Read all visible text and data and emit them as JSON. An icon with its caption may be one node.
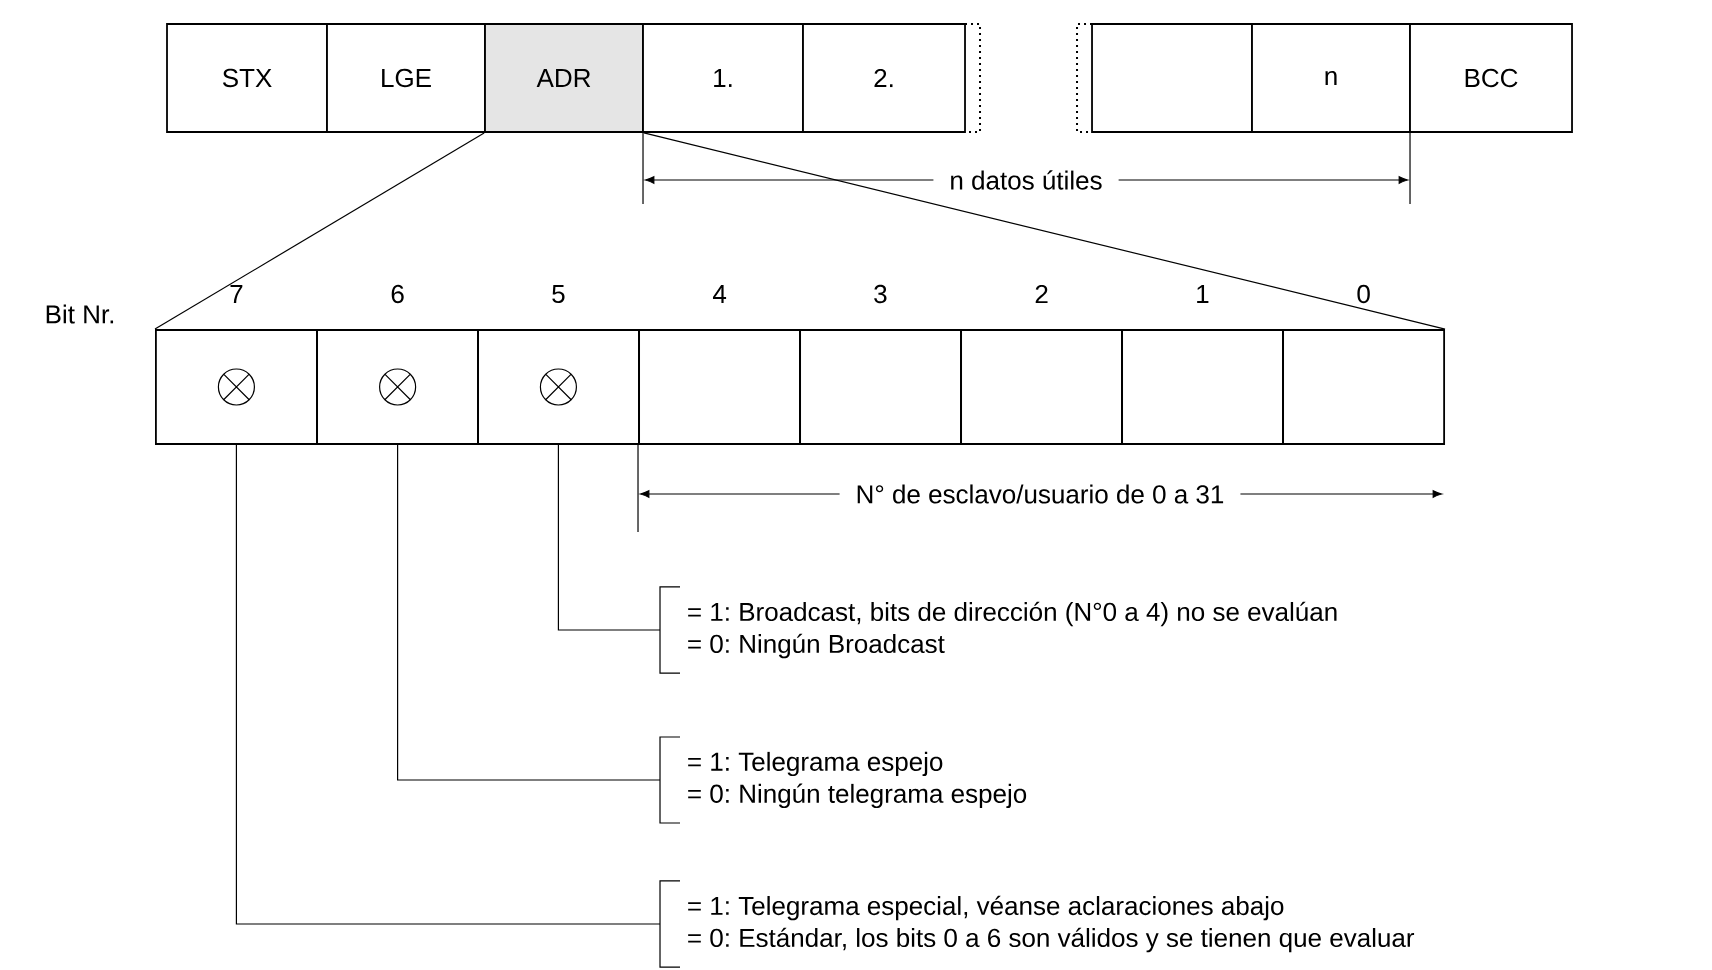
{
  "diagram": {
    "nodes": [
      {
        "text": [
          "STX"
        ]
      },
      {
        "text": [
          "LGE"
        ]
      },
      {
        "text": [
          "ADR"
        ]
      },
      {
        "text": [
          "1."
        ]
      },
      {
        "text": [
          "2."
        ]
      },
      {
        "text": [],
        "shape": "box"
      },
      {
        "text": [
          "n"
        ]
      },
      {
        "text": [
          "BCC"
        ]
      },
      {
        "text": [],
        "shape": "box",
        "beside": [
          "7"
        ]
      },
      {
        "text": [],
        "shape": "box",
        "beside": [
          "6"
        ]
      },
      {
        "text": [],
        "shape": "box",
        "beside": [
          "5"
        ]
      },
      {
        "text": [],
        "shape": "box",
        "beside": [
          "4"
        ]
      },
      {
        "text": [],
        "shape": "box",
        "beside": [
          "3"
        ]
      },
      {
        "text": [],
        "shape": "box",
        "beside": [
          "2"
        ]
      },
      {
        "text": [],
        "shape": "box",
        "beside": [
          "1"
        ]
      },
      {
        "text": [],
        "shape": "box",
        "beside": [
          "0"
        ]
      },
      {
        "text": [
          "= 1: Broadcast, bits de dirección (N°0 a 4) no se evalúan",
          "= 0: Ningún Broadcast"
        ]
      },
      {
        "text": [
          "= 1: Telegrama espejo",
          "= 0: Ningún telegrama espejo"
        ]
      },
      {
        "text": [
          "= 1: Telegrama especial, véanse aclaraciones abajo",
          "= 0: Estándar, los bits 0 a 6 son válidos y se tienen que evaluar"
        ]
      }
    ],
    "edges": [
      {
        "from": 2,
        "to": 8,
        "arrow": "none"
      },
      {
        "from": 2,
        "to": 15,
        "arrow": "none"
      },
      {
        "from": 10,
        "to": 16,
        "arrow": "none"
      },
      {
        "from": 9,
        "to": 17,
        "arrow": "none"
      },
      {
        "from": 8,
        "to": 18,
        "arrow": "none"
      }
    ],
    "labels": [
      "n datos útiles",
      "Bit Nr.",
      "N° de esclavo/usuario de 0 a 31"
    ]
  }
}
